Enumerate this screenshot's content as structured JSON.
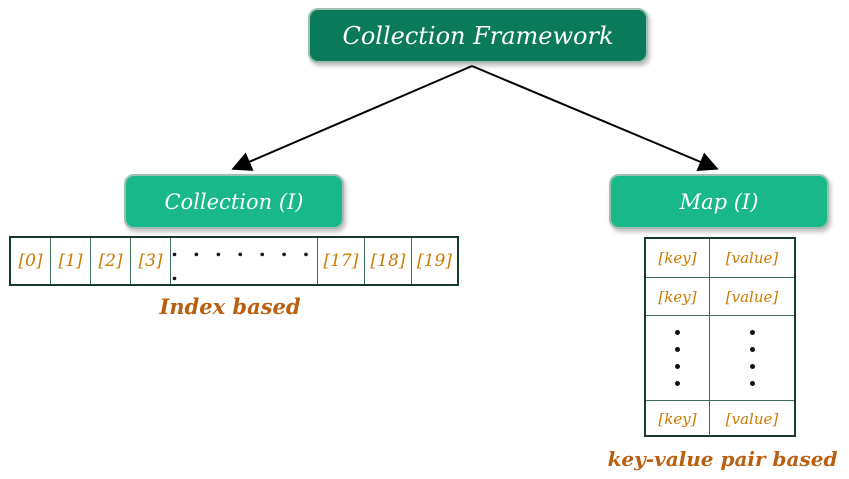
{
  "root": {
    "label": "Collection Framework"
  },
  "collection": {
    "label": "Collection (I)",
    "cells": [
      "[0]",
      "[1]",
      "[2]",
      "[3]",
      ". . . . . . . .",
      "[17]",
      "[18]",
      "[19]"
    ],
    "caption": "Index based"
  },
  "map": {
    "label": "Map (I)",
    "rows": [
      {
        "key": "[key]",
        "value": "[value]"
      },
      {
        "key": "[key]",
        "value": "[value]"
      },
      {
        "key": "[key]",
        "value": "[value]"
      }
    ],
    "caption": "key-value pair based"
  },
  "colors": {
    "root_fill": "#0b7a5a",
    "child_fill": "#19b88a",
    "cell_text": "#cc7a00",
    "caption_text": "#b85f10"
  }
}
